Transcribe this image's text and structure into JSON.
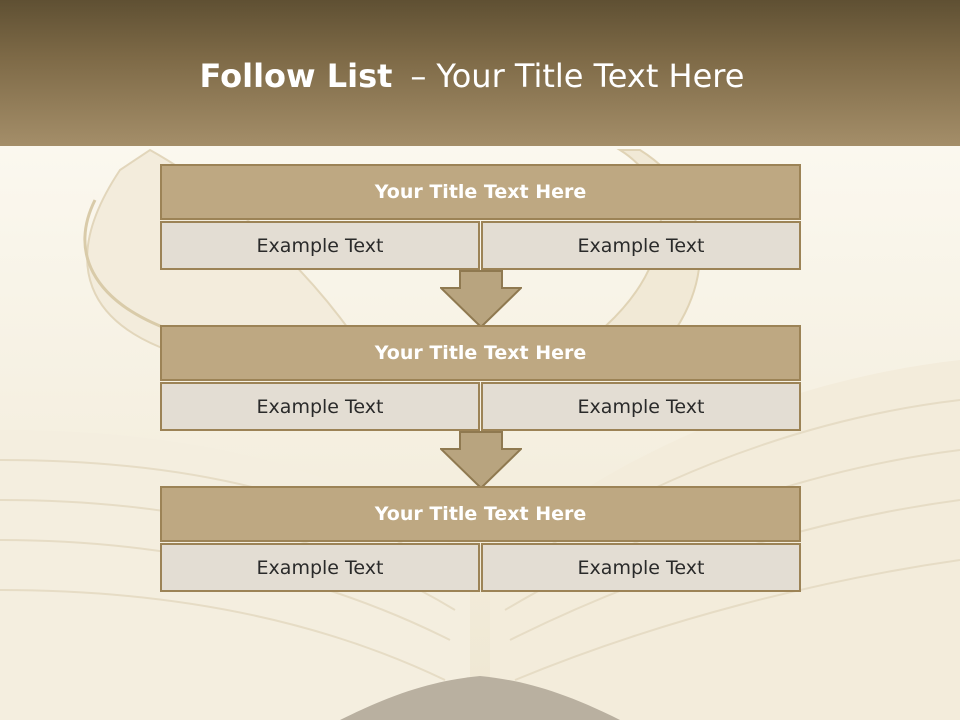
{
  "header": {
    "title_bold": "Follow List",
    "title_dash": "–",
    "title_rest": "Your Title Text Here"
  },
  "steps": [
    {
      "title": "Your Title Text Here",
      "cells": [
        "Example Text",
        "Example Text"
      ]
    },
    {
      "title": "Your Title Text Here",
      "cells": [
        "Example Text",
        "Example Text"
      ]
    },
    {
      "title": "Your Title Text Here",
      "cells": [
        "Example Text",
        "Example Text"
      ]
    }
  ],
  "colors": {
    "header_dark": "#5f5033",
    "header_light": "#a48e69",
    "block_title_fill": "#bea882",
    "cell_fill": "#e3ddd3",
    "border": "#9c8356",
    "arrow_fill": "#b8a47f"
  },
  "icons": [
    "down-arrow-icon"
  ]
}
